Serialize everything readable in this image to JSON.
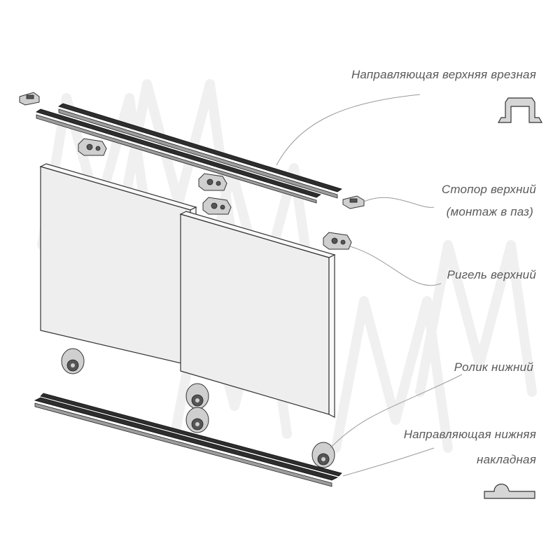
{
  "labels": {
    "top_rail": "Направляющая верхняя врезная",
    "top_stop_line1": "Стопор верхний",
    "top_stop_line2": "(монтаж в паз)",
    "top_guide": "Ригель верхний",
    "bottom_roller": "Ролик нижний",
    "bottom_rail_line1": "Направляющая нижняя",
    "bottom_rail_line2": "накладная"
  },
  "icons": {
    "top_profile": "u-channel-profile-icon",
    "bottom_profile": "flat-bump-profile-icon"
  },
  "colors": {
    "label_text": "#5a5a5a",
    "rail": "#2e2e2e",
    "panel": "#eeeeee"
  }
}
